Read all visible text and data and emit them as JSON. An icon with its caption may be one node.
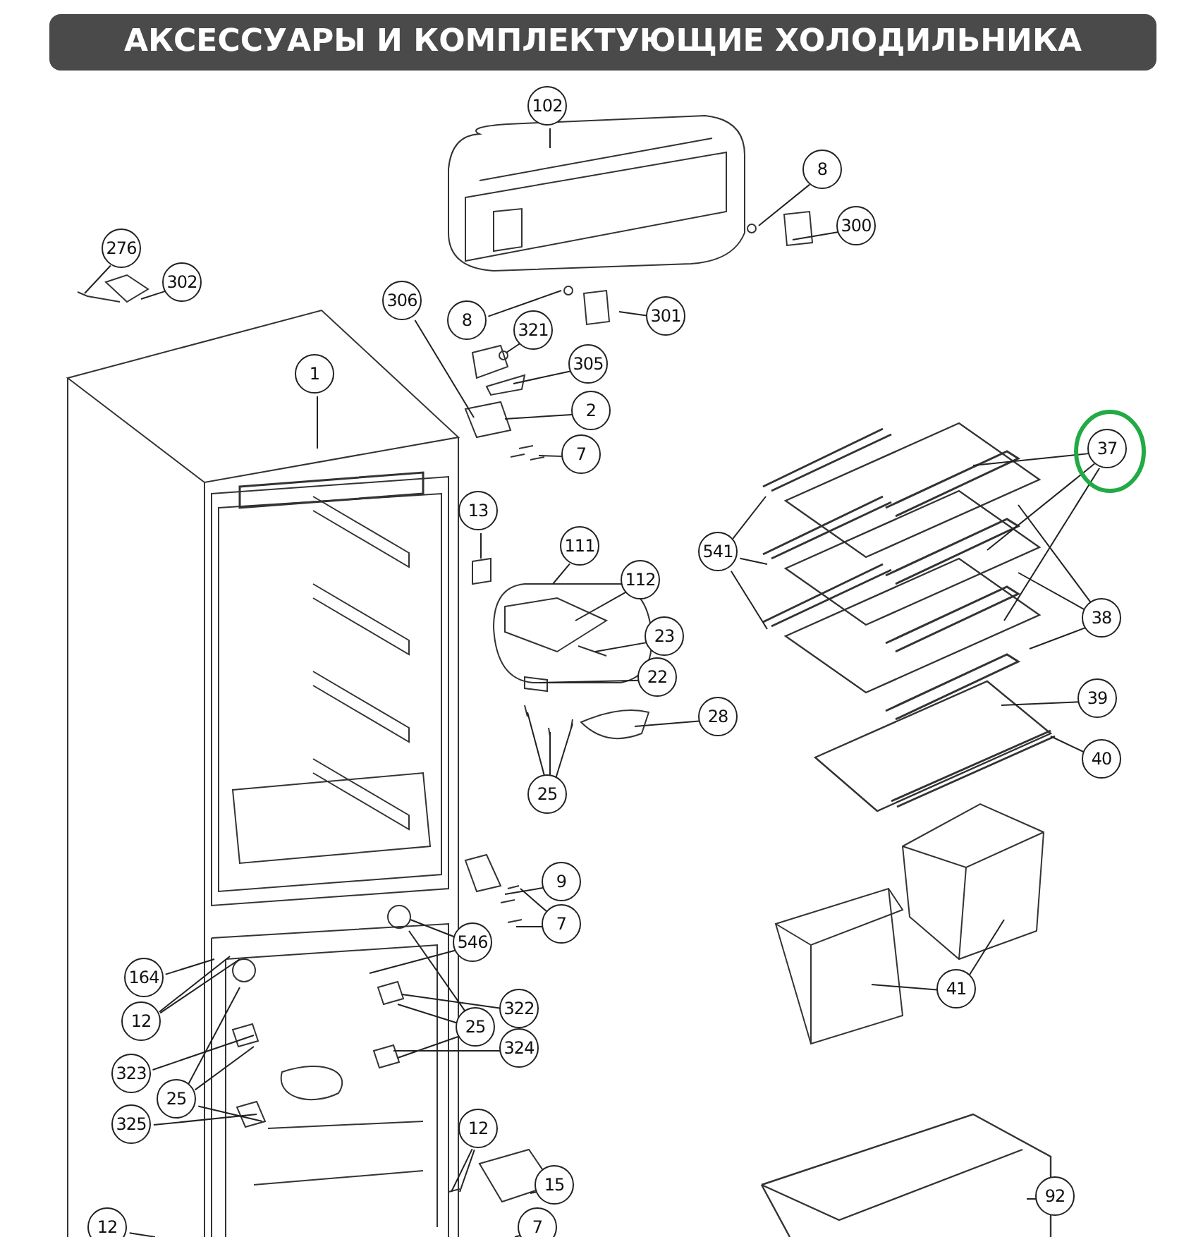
{
  "diagram": {
    "title": "АКСЕССУАРЫ И КОМПЛЕКТУЮЩИЕ ХОЛОДИЛЬНИКА",
    "nodes": [
      {
        "text": [
          "102"
        ]
      },
      {
        "text": [
          "8"
        ]
      },
      {
        "text": [
          "300"
        ]
      },
      {
        "text": [
          "276"
        ]
      },
      {
        "text": [
          "302"
        ]
      },
      {
        "text": [
          "306"
        ]
      },
      {
        "text": [
          "8"
        ]
      },
      {
        "text": [
          "301"
        ]
      },
      {
        "text": [
          "321"
        ]
      },
      {
        "text": [
          "305"
        ]
      },
      {
        "text": [
          "1"
        ]
      },
      {
        "text": [
          "2"
        ]
      },
      {
        "text": [
          "7"
        ]
      },
      {
        "text": [
          "37"
        ]
      },
      {
        "text": [
          "13"
        ]
      },
      {
        "text": [
          "111"
        ]
      },
      {
        "text": [
          "112"
        ]
      },
      {
        "text": [
          "541"
        ]
      },
      {
        "text": [
          "38"
        ]
      },
      {
        "text": [
          "23"
        ]
      },
      {
        "text": [
          "22"
        ]
      },
      {
        "text": [
          "39"
        ]
      },
      {
        "text": [
          "28"
        ]
      },
      {
        "text": [
          "40"
        ]
      },
      {
        "text": [
          "25"
        ]
      },
      {
        "text": [
          "9"
        ]
      },
      {
        "text": [
          "7"
        ]
      },
      {
        "text": [
          "546"
        ]
      },
      {
        "text": [
          "164"
        ]
      },
      {
        "text": [
          "12"
        ]
      },
      {
        "text": [
          "41"
        ]
      },
      {
        "text": [
          "322"
        ]
      },
      {
        "text": [
          "25"
        ]
      },
      {
        "text": [
          "324"
        ]
      },
      {
        "text": [
          "323"
        ]
      },
      {
        "text": [
          "25"
        ]
      },
      {
        "text": [
          "325"
        ]
      },
      {
        "text": [
          "12"
        ]
      },
      {
        "text": [
          "15"
        ]
      },
      {
        "text": [
          "92"
        ]
      },
      {
        "text": [
          "12"
        ]
      },
      {
        "text": [
          "7"
        ]
      }
    ],
    "edges": [
      {
        "from": 0,
        "to": null,
        "arrow": "none"
      },
      {
        "from": 1,
        "to": null,
        "arrow": "none"
      },
      {
        "from": 2,
        "to": null,
        "arrow": "none"
      },
      {
        "from": 3,
        "to": null,
        "arrow": "none"
      },
      {
        "from": 4,
        "to": null,
        "arrow": "none"
      },
      {
        "from": 5,
        "to": null,
        "arrow": "none"
      },
      {
        "from": 6,
        "to": null,
        "arrow": "none"
      },
      {
        "from": 7,
        "to": null,
        "arrow": "none"
      },
      {
        "from": 8,
        "to": null,
        "arrow": "none"
      },
      {
        "from": 9,
        "to": null,
        "arrow": "none"
      },
      {
        "from": 10,
        "to": null,
        "arrow": "none"
      },
      {
        "from": 11,
        "to": null,
        "arrow": "none"
      },
      {
        "from": 12,
        "to": null,
        "arrow": "none"
      },
      {
        "from": 13,
        "to": null,
        "arrow": "none"
      },
      {
        "from": 13,
        "to": null,
        "arrow": "none"
      },
      {
        "from": 13,
        "to": null,
        "arrow": "none"
      },
      {
        "from": 14,
        "to": null,
        "arrow": "none"
      },
      {
        "from": 15,
        "to": null,
        "arrow": "none"
      },
      {
        "from": 16,
        "to": null,
        "arrow": "none"
      },
      {
        "from": 17,
        "to": null,
        "arrow": "none"
      },
      {
        "from": 17,
        "to": null,
        "arrow": "none"
      },
      {
        "from": 17,
        "to": null,
        "arrow": "none"
      },
      {
        "from": 18,
        "to": null,
        "arrow": "none"
      },
      {
        "from": 18,
        "to": null,
        "arrow": "none"
      },
      {
        "from": 18,
        "to": null,
        "arrow": "none"
      },
      {
        "from": 19,
        "to": null,
        "arrow": "none"
      },
      {
        "from": 20,
        "to": null,
        "arrow": "none"
      },
      {
        "from": 21,
        "to": null,
        "arrow": "none"
      },
      {
        "from": 22,
        "to": null,
        "arrow": "none"
      },
      {
        "from": 23,
        "to": null,
        "arrow": "none"
      },
      {
        "from": 24,
        "to": null,
        "arrow": "none"
      },
      {
        "from": 24,
        "to": null,
        "arrow": "none"
      },
      {
        "from": 24,
        "to": null,
        "arrow": "none"
      },
      {
        "from": 25,
        "to": null,
        "arrow": "none"
      },
      {
        "from": 26,
        "to": null,
        "arrow": "none"
      },
      {
        "from": 26,
        "to": null,
        "arrow": "none"
      },
      {
        "from": 27,
        "to": null,
        "arrow": "none"
      },
      {
        "from": 27,
        "to": null,
        "arrow": "none"
      },
      {
        "from": 28,
        "to": null,
        "arrow": "none"
      },
      {
        "from": 29,
        "to": null,
        "arrow": "none"
      },
      {
        "from": 29,
        "to": null,
        "arrow": "none"
      },
      {
        "from": 30,
        "to": null,
        "arrow": "none"
      },
      {
        "from": 30,
        "to": null,
        "arrow": "none"
      },
      {
        "from": 31,
        "to": null,
        "arrow": "none"
      },
      {
        "from": 32,
        "to": null,
        "arrow": "none"
      },
      {
        "from": 32,
        "to": null,
        "arrow": "none"
      },
      {
        "from": 32,
        "to": null,
        "arrow": "none"
      },
      {
        "from": 33,
        "to": null,
        "arrow": "none"
      },
      {
        "from": 34,
        "to": null,
        "arrow": "none"
      },
      {
        "from": 35,
        "to": null,
        "arrow": "none"
      },
      {
        "from": 35,
        "to": null,
        "arrow": "none"
      },
      {
        "from": 35,
        "to": null,
        "arrow": "none"
      },
      {
        "from": 36,
        "to": null,
        "arrow": "none"
      },
      {
        "from": 37,
        "to": null,
        "arrow": "none"
      },
      {
        "from": 37,
        "to": null,
        "arrow": "none"
      },
      {
        "from": 38,
        "to": null,
        "arrow": "none"
      },
      {
        "from": 39,
        "to": null,
        "arrow": "none"
      },
      {
        "from": 40,
        "to": null,
        "arrow": "none"
      },
      {
        "from": 41,
        "to": null,
        "arrow": "none"
      }
    ]
  }
}
